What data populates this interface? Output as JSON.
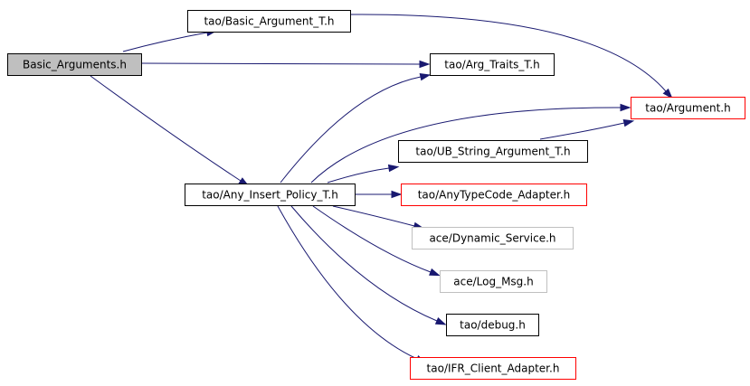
{
  "colors": {
    "edge": "#191970",
    "border_default": "#000000",
    "border_external": "#c0c0c0",
    "border_truncated": "#ff0000",
    "fill_root": "#bfbfbf",
    "fill_default": "#ffffff"
  },
  "nodes": [
    {
      "id": "basic_arguments",
      "label": "Basic_Arguments.h",
      "kind": "root"
    },
    {
      "id": "basic_argument_t",
      "label": "tao/Basic_Argument_T.h",
      "kind": "default"
    },
    {
      "id": "arg_traits_t",
      "label": "tao/Arg_Traits_T.h",
      "kind": "default"
    },
    {
      "id": "argument",
      "label": "tao/Argument.h",
      "kind": "truncated"
    },
    {
      "id": "ub_string_argument_t",
      "label": "tao/UB_String_Argument_T.h",
      "kind": "default"
    },
    {
      "id": "any_insert_policy_t",
      "label": "tao/Any_Insert_Policy_T.h",
      "kind": "default"
    },
    {
      "id": "anytypecode_adapter",
      "label": "tao/AnyTypeCode_Adapter.h",
      "kind": "truncated"
    },
    {
      "id": "dynamic_service",
      "label": "ace/Dynamic_Service.h",
      "kind": "external"
    },
    {
      "id": "log_msg",
      "label": "ace/Log_Msg.h",
      "kind": "external"
    },
    {
      "id": "debug",
      "label": "tao/debug.h",
      "kind": "default"
    },
    {
      "id": "ifr_client_adapter",
      "label": "tao/IFR_Client_Adapter.h",
      "kind": "truncated"
    }
  ],
  "edges": [
    {
      "from": "basic_arguments",
      "to": "basic_argument_t"
    },
    {
      "from": "basic_arguments",
      "to": "arg_traits_t"
    },
    {
      "from": "basic_arguments",
      "to": "any_insert_policy_t"
    },
    {
      "from": "basic_argument_t",
      "to": "argument"
    },
    {
      "from": "ub_string_argument_t",
      "to": "argument"
    },
    {
      "from": "any_insert_policy_t",
      "to": "arg_traits_t"
    },
    {
      "from": "any_insert_policy_t",
      "to": "argument"
    },
    {
      "from": "any_insert_policy_t",
      "to": "ub_string_argument_t"
    },
    {
      "from": "any_insert_policy_t",
      "to": "anytypecode_adapter"
    },
    {
      "from": "any_insert_policy_t",
      "to": "dynamic_service"
    },
    {
      "from": "any_insert_policy_t",
      "to": "log_msg"
    },
    {
      "from": "any_insert_policy_t",
      "to": "debug"
    },
    {
      "from": "any_insert_policy_t",
      "to": "ifr_client_adapter"
    }
  ]
}
